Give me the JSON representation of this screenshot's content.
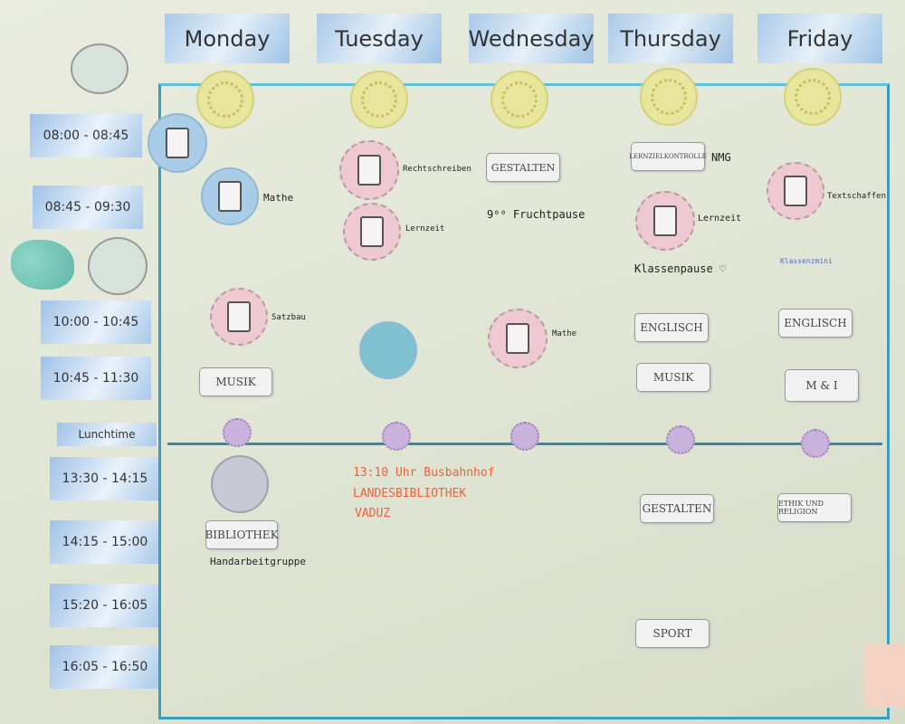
{
  "days": [
    "Monday",
    "Tuesday",
    "Wednesday",
    "Thursday",
    "Friday"
  ],
  "times": [
    "08:00 - 08:45",
    "08:45 - 09:30",
    "10:00 - 10:45",
    "10:45 - 11:30",
    "Lunchtime",
    "13:30 - 14:15",
    "14:15 - 15:00",
    "15:20 - 16:05",
    "16:05 - 16:50"
  ],
  "notes": {
    "mathe_mon": "Mathe",
    "satzbau": "Satzbau",
    "rechtschreiben": "Rechtschreiben",
    "lernzeit_tue": "Lernzeit",
    "fruchtpause": "9⁰⁰ Fruchtpause",
    "mathe_wed": "Mathe",
    "nmg": "NMG",
    "lernzeit_thu": "Lernzeit",
    "klassenpause": "Klassenpause ♡",
    "textschaffen": "Textschaffen",
    "klassenzmini": "Klassenzmini",
    "handarbeit": "Handarbeitgruppe",
    "bus1": "13:10 Uhr Busbahnhof",
    "bus2": "LANDESBIBLIOTHEK",
    "bus3": "VADUZ"
  },
  "cards": {
    "musik_mon": "MUSIK",
    "gestalten_wed": "GESTALTEN",
    "lernziel": "LERNZIELKONTROLLE",
    "englisch_thu": "ENGLISCH",
    "musik_thu": "MUSIK",
    "englisch_fri": "ENGLISCH",
    "mi": "M & I",
    "bibliothek": "BIBLIOTHEK",
    "gestalten_thu": "GESTALTEN",
    "ethik": "ETHIK UND RELIGION",
    "sport": "SPORT"
  }
}
